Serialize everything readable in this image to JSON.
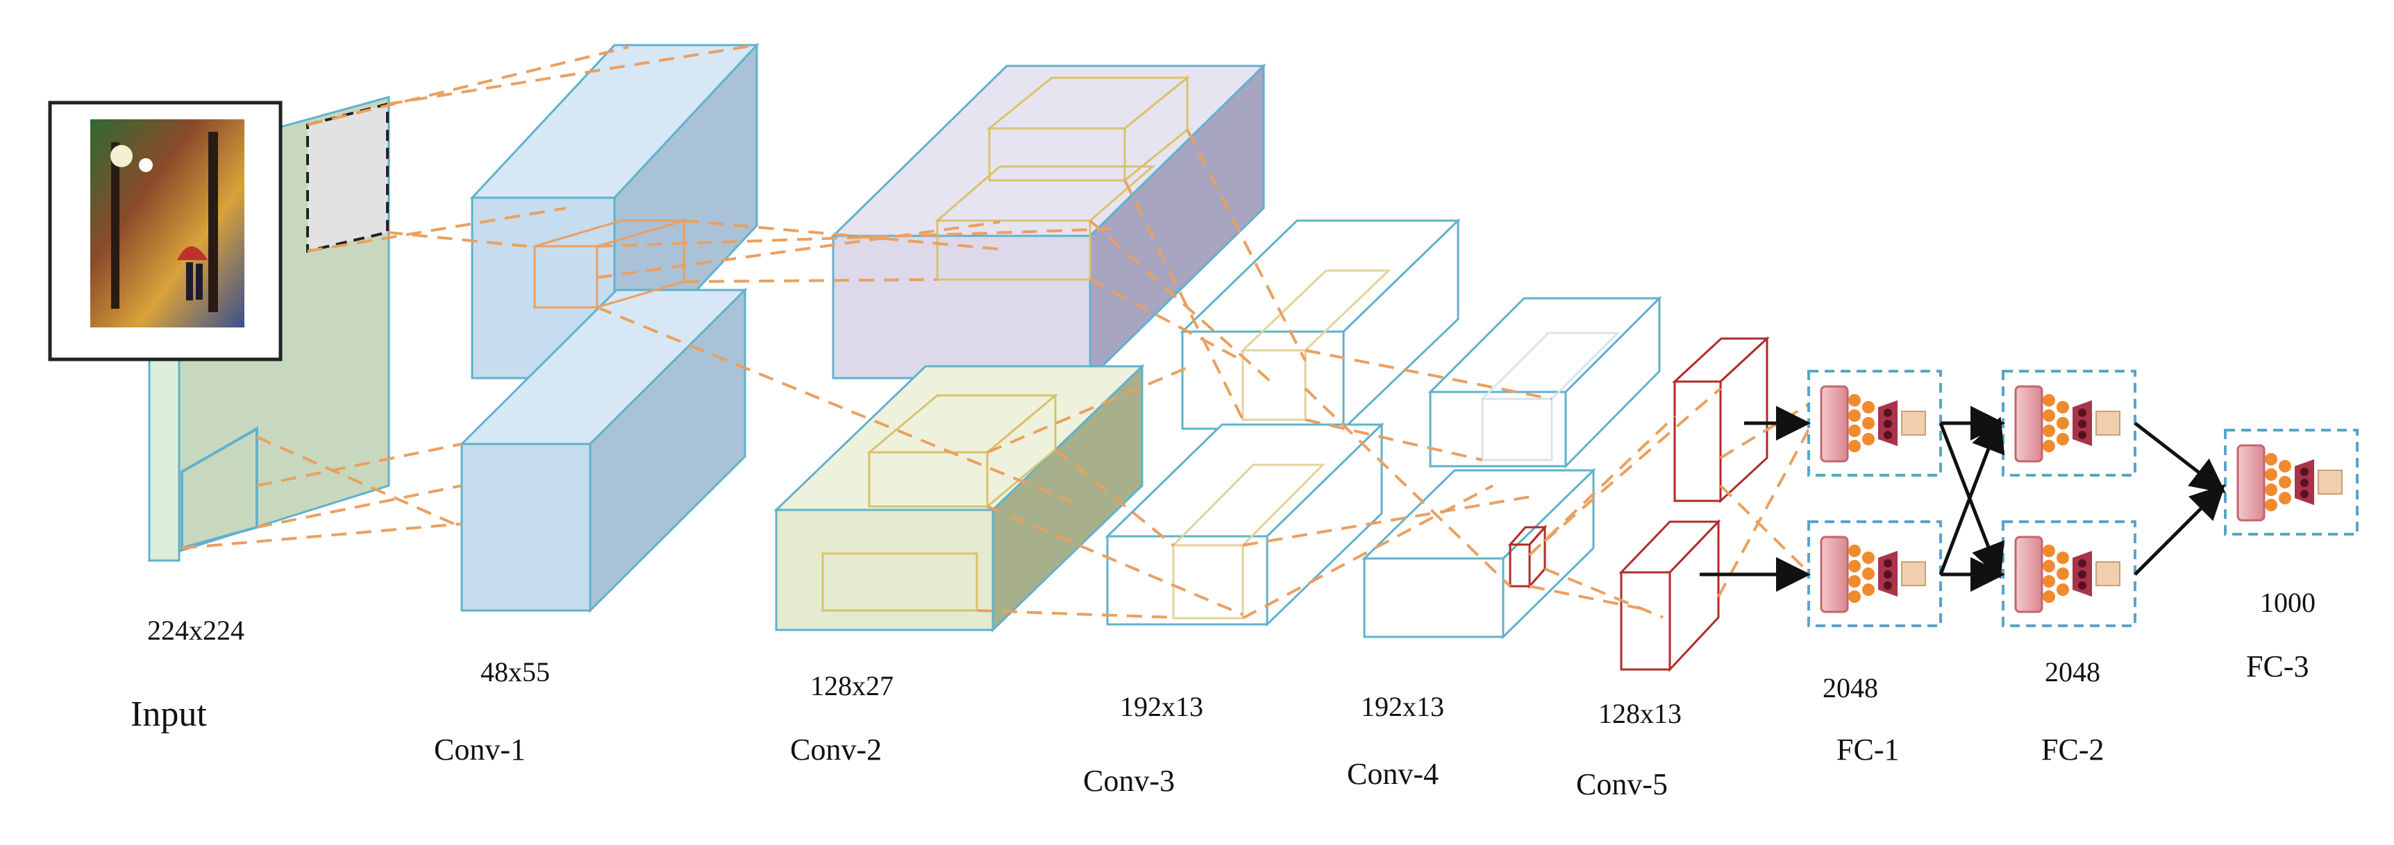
{
  "colors": {
    "box_edge": "#5fb2cc",
    "red_edge": "#b22a2a",
    "connector": "#eaa060",
    "fc_border": "#55a6c8",
    "arrow": "#111111",
    "input_face": "#c8d8bf",
    "conv1_face": "#c6dcef",
    "conv2_top_face": "#ddd9ea",
    "conv2_bottom_face": "#e4ebcf"
  },
  "layers": [
    {
      "id": "input",
      "name": "Input",
      "dims": "224x224"
    },
    {
      "id": "conv1",
      "name": "Conv-1",
      "dims": "48x55"
    },
    {
      "id": "conv2",
      "name": "Conv-2",
      "dims": "128x27"
    },
    {
      "id": "conv3",
      "name": "Conv-3",
      "dims": "192x13"
    },
    {
      "id": "conv4",
      "name": "Conv-4",
      "dims": "192x13"
    },
    {
      "id": "conv5",
      "name": "Conv-5",
      "dims": "128x13"
    },
    {
      "id": "fc1",
      "name": "FC-1",
      "dims": "2048"
    },
    {
      "id": "fc2",
      "name": "FC-2",
      "dims": "2048"
    },
    {
      "id": "fc3",
      "name": "FC-3",
      "dims": "1000"
    }
  ],
  "icons": {
    "input_image": "painting-thumbnail-icon",
    "fc_block": "neuron-group-icon"
  }
}
